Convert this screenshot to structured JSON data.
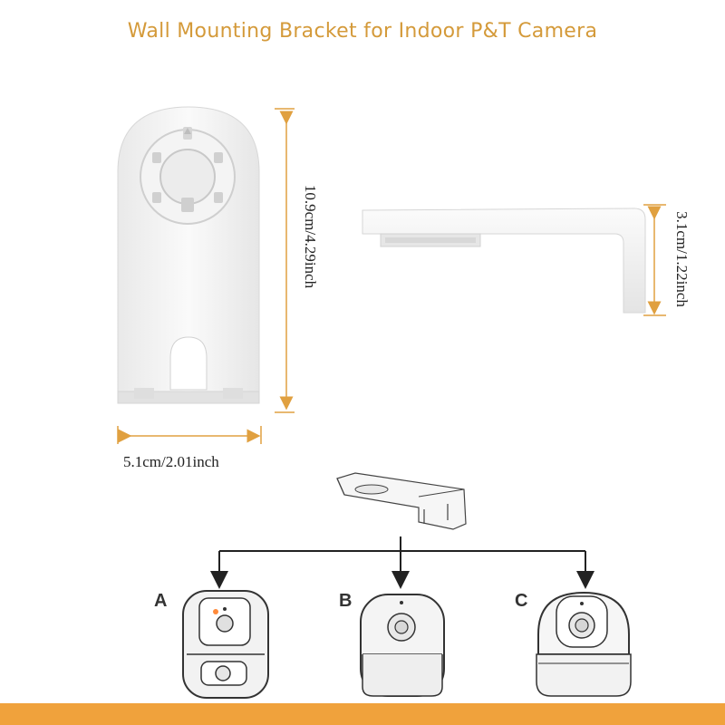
{
  "title": "Wall Mounting Bracket for Indoor P&T Camera",
  "dimensions": {
    "height": "10.9cm/4.29inch",
    "width": "5.1cm/2.01inch",
    "depth": "3.1cm/1.22inch"
  },
  "options": [
    {
      "letter": "A",
      "camera": "camera-a-icon"
    },
    {
      "letter": "B",
      "camera": "camera-b-icon"
    },
    {
      "letter": "C",
      "camera": "camera-c-icon"
    }
  ],
  "colors": {
    "title": "#d49a3a",
    "dimension_line": "#e0a040",
    "bottom_bar": "#f0a23c"
  }
}
